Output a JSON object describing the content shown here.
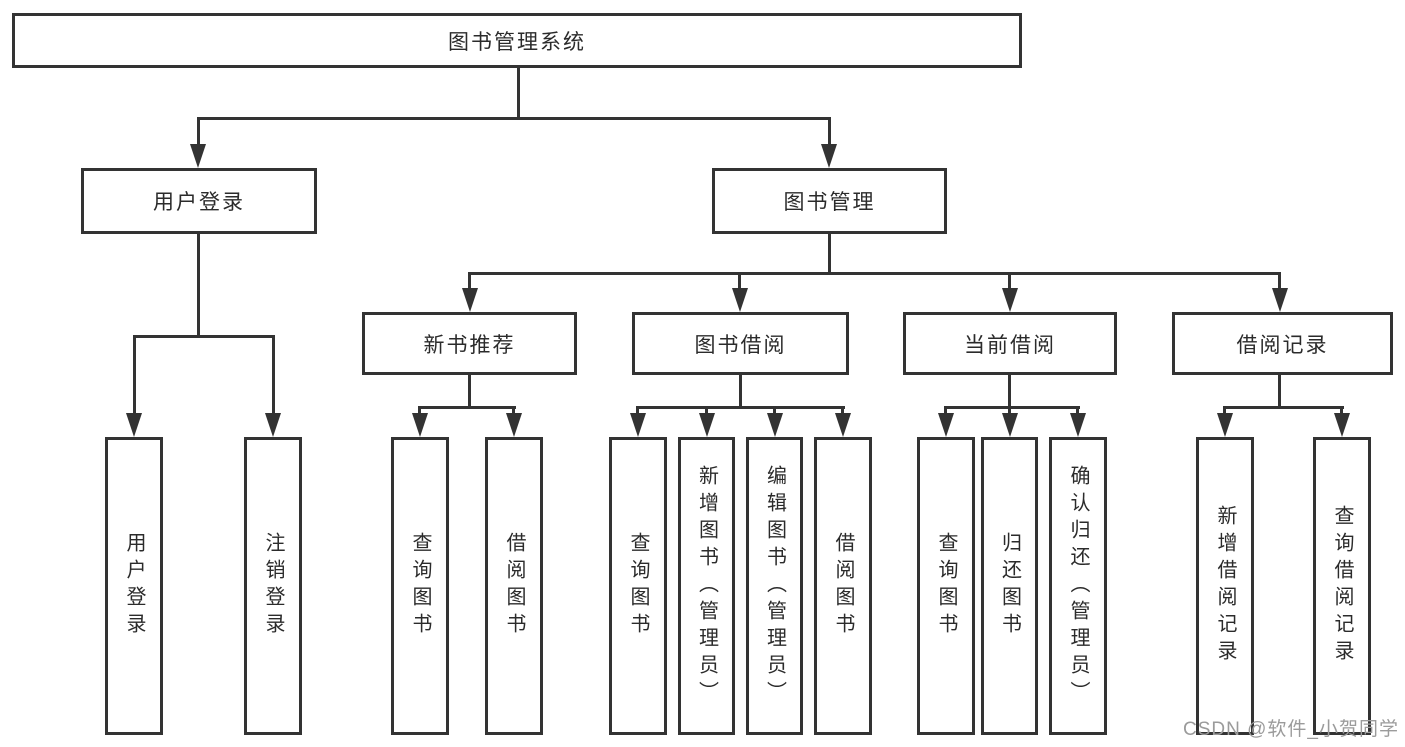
{
  "diagram_title": "图书管理系统",
  "tree": {
    "label": "图书管理系统",
    "children": [
      {
        "label": "用户登录",
        "children": [
          {
            "label": "用户登录"
          },
          {
            "label": "注销登录"
          }
        ]
      },
      {
        "label": "图书管理",
        "children": [
          {
            "label": "新书推荐",
            "children": [
              {
                "label": "查询图书"
              },
              {
                "label": "借阅图书"
              }
            ]
          },
          {
            "label": "图书借阅",
            "children": [
              {
                "label": "查询图书"
              },
              {
                "label": "新增图书（管理员）"
              },
              {
                "label": "编辑图书（管理员）"
              },
              {
                "label": "借阅图书"
              }
            ]
          },
          {
            "label": "当前借阅",
            "children": [
              {
                "label": "查询图书"
              },
              {
                "label": "归还图书"
              },
              {
                "label": "确认归还（管理员）"
              }
            ]
          },
          {
            "label": "借阅记录",
            "children": [
              {
                "label": "新增借阅记录"
              },
              {
                "label": "查询借阅记录"
              }
            ]
          }
        ]
      }
    ]
  },
  "watermark": {
    "text": "CSDN @软件_小贺同学",
    "color": "#9b9b9b"
  },
  "colors": {
    "line": "#333333",
    "box_border": "#333333",
    "box_fill": "#ffffff",
    "background": "#ffffff"
  }
}
